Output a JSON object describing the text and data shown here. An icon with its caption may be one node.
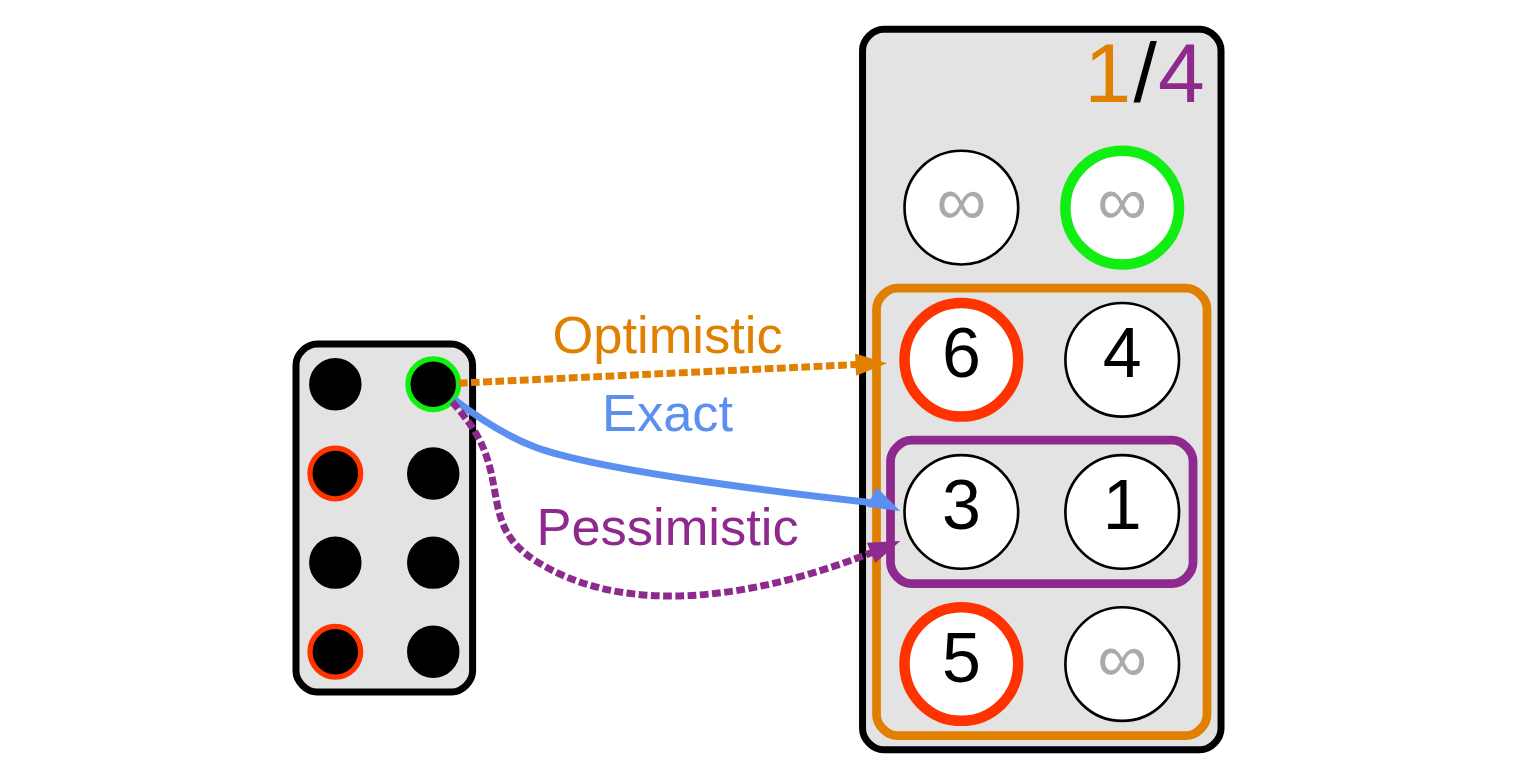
{
  "diagram": {
    "nodes": [
      {
        "text": [],
        "shape": "box"
      },
      {
        "text": [],
        "shape": "circle",
        "in": 0
      },
      {
        "text": [],
        "shape": "circle",
        "in": 0
      },
      {
        "text": [],
        "shape": "circle",
        "in": 0
      },
      {
        "text": [],
        "shape": "circle",
        "in": 0
      },
      {
        "text": [],
        "shape": "circle",
        "in": 0
      },
      {
        "text": [],
        "shape": "circle",
        "in": 0
      },
      {
        "text": [],
        "shape": "circle",
        "in": 0
      },
      {
        "text": [],
        "shape": "circle",
        "in": 0
      },
      {
        "text": [
          "1",
          "/",
          "4"
        ]
      },
      {
        "text": [
          "∞"
        ],
        "in": 9
      },
      {
        "text": [
          "∞"
        ],
        "in": 9
      },
      {
        "text": [],
        "shape": "box",
        "in": 9
      },
      {
        "text": [
          "6"
        ],
        "in": 12
      },
      {
        "text": [
          "4"
        ],
        "in": 12
      },
      {
        "text": [],
        "shape": "box",
        "in": 12
      },
      {
        "text": [
          "3"
        ],
        "in": 15
      },
      {
        "text": [
          "1"
        ],
        "in": 15
      },
      {
        "text": [
          "5"
        ],
        "in": 12
      },
      {
        "text": [
          "∞"
        ],
        "in": 12
      }
    ],
    "edges": [
      {
        "from": 2,
        "to": 12,
        "arrow": "to",
        "label": "Optimistic",
        "style": "dashed",
        "color": "#e07f00"
      },
      {
        "from": 2,
        "to": 15,
        "arrow": "to",
        "label": "Exact",
        "color": "#5b8ff0"
      },
      {
        "from": 2,
        "to": 15,
        "arrow": "to",
        "label": "Pessimistic",
        "style": "dashed",
        "color": "#8e2a8e"
      }
    ]
  }
}
